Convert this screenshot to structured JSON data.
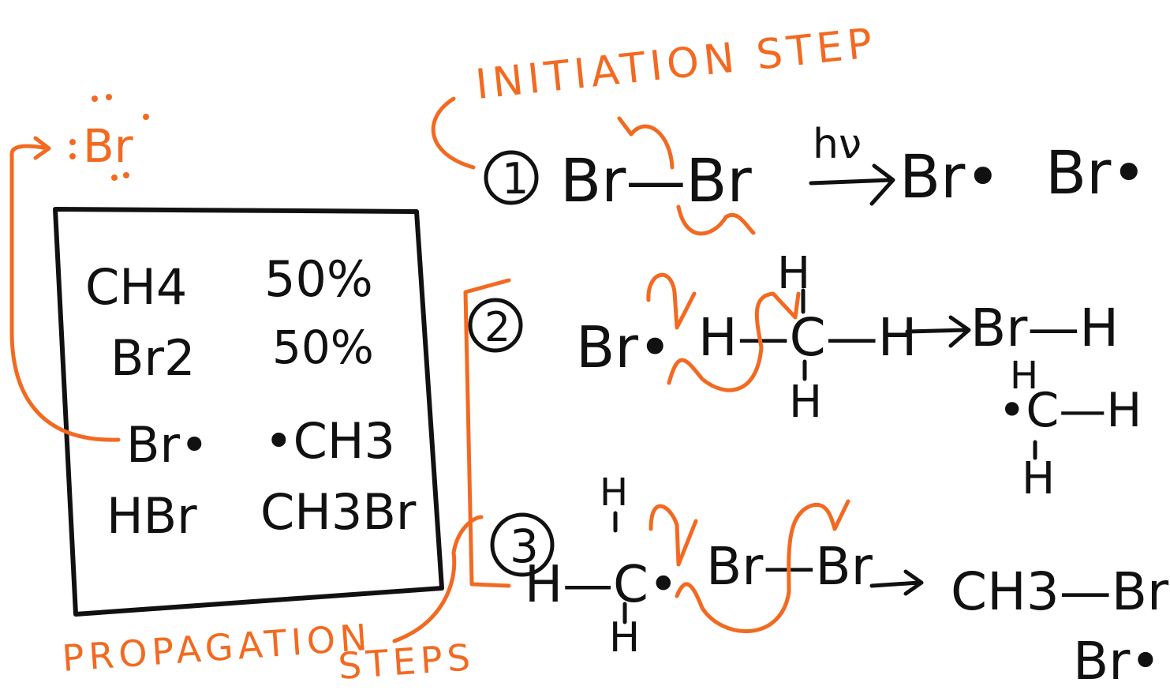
{
  "colors": {
    "ink": "#111111",
    "highlight": "#f26a21",
    "background": "#ffffff"
  },
  "labels": {
    "initiation": "INITIATION STEP",
    "propagation": "PROPAGATION",
    "steps": "STEPS",
    "br_radical_top": "Br"
  },
  "species_box": {
    "row1": {
      "left": "CH4",
      "right": "50%"
    },
    "row2": {
      "left": "Br2",
      "right": "50%"
    },
    "row3": {
      "left": "Br•",
      "right": "•CH3"
    },
    "row4": {
      "left": "HBr",
      "right": "CH3Br"
    }
  },
  "steps": {
    "step1": {
      "number": "1",
      "reactant": "Br—Br",
      "condition": "hν",
      "product_a": "Br•",
      "product_b": "Br•"
    },
    "step2": {
      "number": "2",
      "radical": "Br•",
      "reactant": "H—C—H",
      "h_top": "H",
      "h_bottom": "H",
      "product": "Br—H",
      "product_radical": "•C—H",
      "product_h_top": "H",
      "product_h_bottom": "H"
    },
    "step3": {
      "number": "3",
      "radical": "H—C•",
      "h_top": "H",
      "h_bottom": "H",
      "reactant": "Br—Br",
      "product": "CH3—Br",
      "product_radical": "Br•"
    }
  }
}
